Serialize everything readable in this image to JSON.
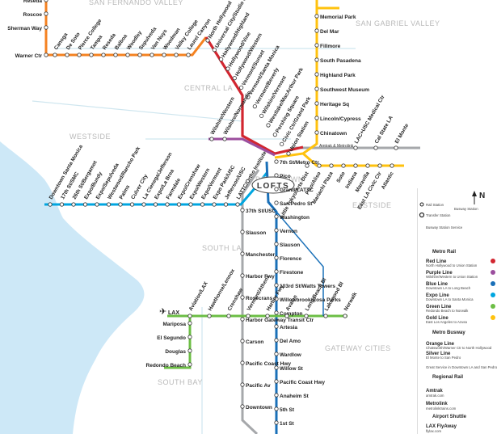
{
  "regions": {
    "san_fernando": "SAN FERNANDO VALLEY",
    "san_gabriel": "SAN GABRIEL VALLEY",
    "central_la": "CENTRAL LA",
    "westside": "WESTSIDE",
    "downtown": "DOWNTOWN",
    "eastside": "EASTSIDE",
    "south_la": "SOUTH LA",
    "gateway": "GATEWAY CITIES",
    "south_bay": "SOUTH BAY"
  },
  "landmark": "LOFTS",
  "compass": "N",
  "airport": "LAX",
  "lines": {
    "orange": {
      "color": "#f58220",
      "vertical": [
        "Reseda",
        "Roscoe",
        "Sherman Way",
        "Warner Ctr"
      ],
      "diagonal": [
        "Canoga",
        "De Soto",
        "Pierce College",
        "Tampa",
        "Reseda",
        "Balboa",
        "Woodley",
        "Sepulveda",
        "Van Nuys",
        "Woodman",
        "Valley College",
        "Laurel Canyon"
      ]
    },
    "red": {
      "color": "#d22630",
      "stations": [
        "North Hollywood",
        "Universal City/Studio City",
        "Hollywood/Highland",
        "Hollywood/Vine",
        "Hollywood/Western",
        "Vermont/Sunset",
        "Vermont/Santa Monica",
        "Vermont/Beverly",
        "Wilshire/Vermont",
        "Westlake/MacArthur Park",
        "Pershing Square",
        "Civic Ctr/Grand Park",
        "Union Station"
      ]
    },
    "purple": {
      "color": "#9b4e9e",
      "stations": [
        "Wilshire/Western",
        "Wilshire/Normandie"
      ]
    },
    "gold": {
      "color": "#ffc20e",
      "north": [
        "Memorial Park",
        "Del Mar",
        "Fillmore",
        "South Pasadena",
        "Highland Park",
        "Southwest Museum",
        "Heritage Sq",
        "Lincoln/Cypress",
        "Chinatown"
      ],
      "east": [
        "Little Tokyo/Arts Dist",
        "Pico/Aliso",
        "Mariachi Plaza",
        "Soto",
        "Indiana",
        "Maravilla",
        "East LA Civic Ctr",
        "Atlantic"
      ],
      "union_note": "Amtrak & Metrolink"
    },
    "silver": {
      "color": "#a6a8ab",
      "stations": [
        "LAC+USC Medical Ctr",
        "Cal State LA",
        "El Monte"
      ]
    },
    "expo": {
      "color": "#00a6e0",
      "stations": [
        "Downtown Santa Monica",
        "17th St/SMC",
        "26th St/Bergamot",
        "Expo/Bundy",
        "Expo/Sepulveda",
        "Westwood/Rancho Park",
        "Palms",
        "Culver City",
        "La Cienega/Jefferson",
        "Expo/La Brea",
        "Farmdale",
        "Expo/Crenshaw",
        "Expo/Western",
        "Expo/Vermont",
        "Expo Park/USC",
        "Jefferson/USC",
        "LATTC/Ortho Institute"
      ]
    },
    "blue": {
      "color": "#1a70b8",
      "stations": [
        "7th St/Metro Ctr",
        "Pico",
        "Grand/LATTC",
        "San Pedro St",
        "Washington",
        "Vernon",
        "Slauson",
        "Florence",
        "Firestone",
        "103rd St/Watts Towers",
        "Willowbrook/Rosa Parks",
        "Compton",
        "Artesia",
        "Del Amo",
        "Wardlow",
        "Willow St",
        "Pacific Coast Hwy",
        "Anaheim St",
        "5th St",
        "1st St"
      ]
    },
    "green": {
      "color": "#6cbe45",
      "stations": [
        "Aviation/LAX",
        "Hawthorne/Lennox",
        "Crenshaw",
        "Vermont/Athens",
        "Harbor Fwy",
        "Avalon",
        "Long Beach Bl",
        "Lakewood Bl",
        "Norwalk",
        "Mariposa",
        "El Segundo",
        "Douglas",
        "Redondo Beach"
      ]
    },
    "harbor": {
      "color": "#9c9c9c",
      "stations": [
        "37th St/USC",
        "Slauson",
        "Manchester",
        "Harbor Fwy",
        "Rosecrans",
        "Harbor Gateway Transit Ctr",
        "Carson",
        "Pacific Coast Hwy",
        "Pacific Av",
        "Downtown"
      ]
    }
  },
  "legend": {
    "rail_station": "Rail Station",
    "transfer_station": "Transfer Station",
    "busway": "Busway Station",
    "busway_sub": "Busway Station Service",
    "metro_rail": "Metro Rail",
    "metro_busway": "Metro Busway",
    "regional_rail": "Regional Rail",
    "items": [
      {
        "name": "Red Line",
        "desc": "North Hollywood to Union Station",
        "color": "#d22630"
      },
      {
        "name": "Purple Line",
        "desc": "Wilshire/Western to Union Station",
        "color": "#9b4e9e"
      },
      {
        "name": "Blue Line",
        "desc": "Downtown LA to Long Beach",
        "color": "#1a70b8"
      },
      {
        "name": "Expo Line",
        "desc": "Downtown LA to Santa Monica",
        "color": "#00a6e0"
      },
      {
        "name": "Green Line",
        "desc": "Redondo Beach to Norwalk",
        "color": "#6cbe45"
      },
      {
        "name": "Gold Line",
        "desc": "East Los Angeles to Azusa",
        "color": "#ffc20e"
      }
    ],
    "busway_items": [
      {
        "name": "Orange Line",
        "desc": "Chatsworth/Warner Ctr to North Hollywood",
        "color": "#f58220"
      },
      {
        "name": "Silver Line",
        "desc": "El Monte to San Pedro",
        "color": "#a6a8ab"
      },
      {
        "name": "",
        "desc": "Great Service in Downtown LA and San Pedro",
        "color": "#a6a8ab"
      }
    ],
    "amtrak": "Amtrak",
    "amtrak_sub": "amtrak.com",
    "metrolink": "Metrolink",
    "metrolink_sub": "metrolinktrains.com",
    "airport_shuttle": "Airport Shuttle",
    "lax_flyaway": "LAX FlyAway",
    "lax_flyaway_sub": "flylax.com"
  }
}
